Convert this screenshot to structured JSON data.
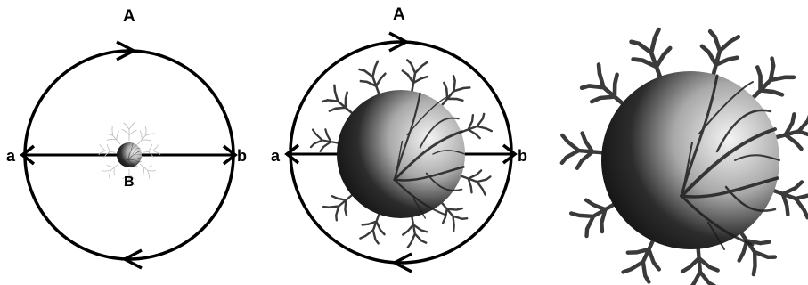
{
  "panel_1": {
    "label_top": "A",
    "label_left": "a",
    "label_right": "b",
    "label_center": "B"
  },
  "panel_2": {
    "label_top": "A",
    "label_left": "a",
    "label_right": "b"
  },
  "colors": {
    "stroke": "#000000",
    "sphere_light": "#f2f2f2",
    "sphere_dark": "#050505",
    "branches": "#2b2b2b"
  }
}
